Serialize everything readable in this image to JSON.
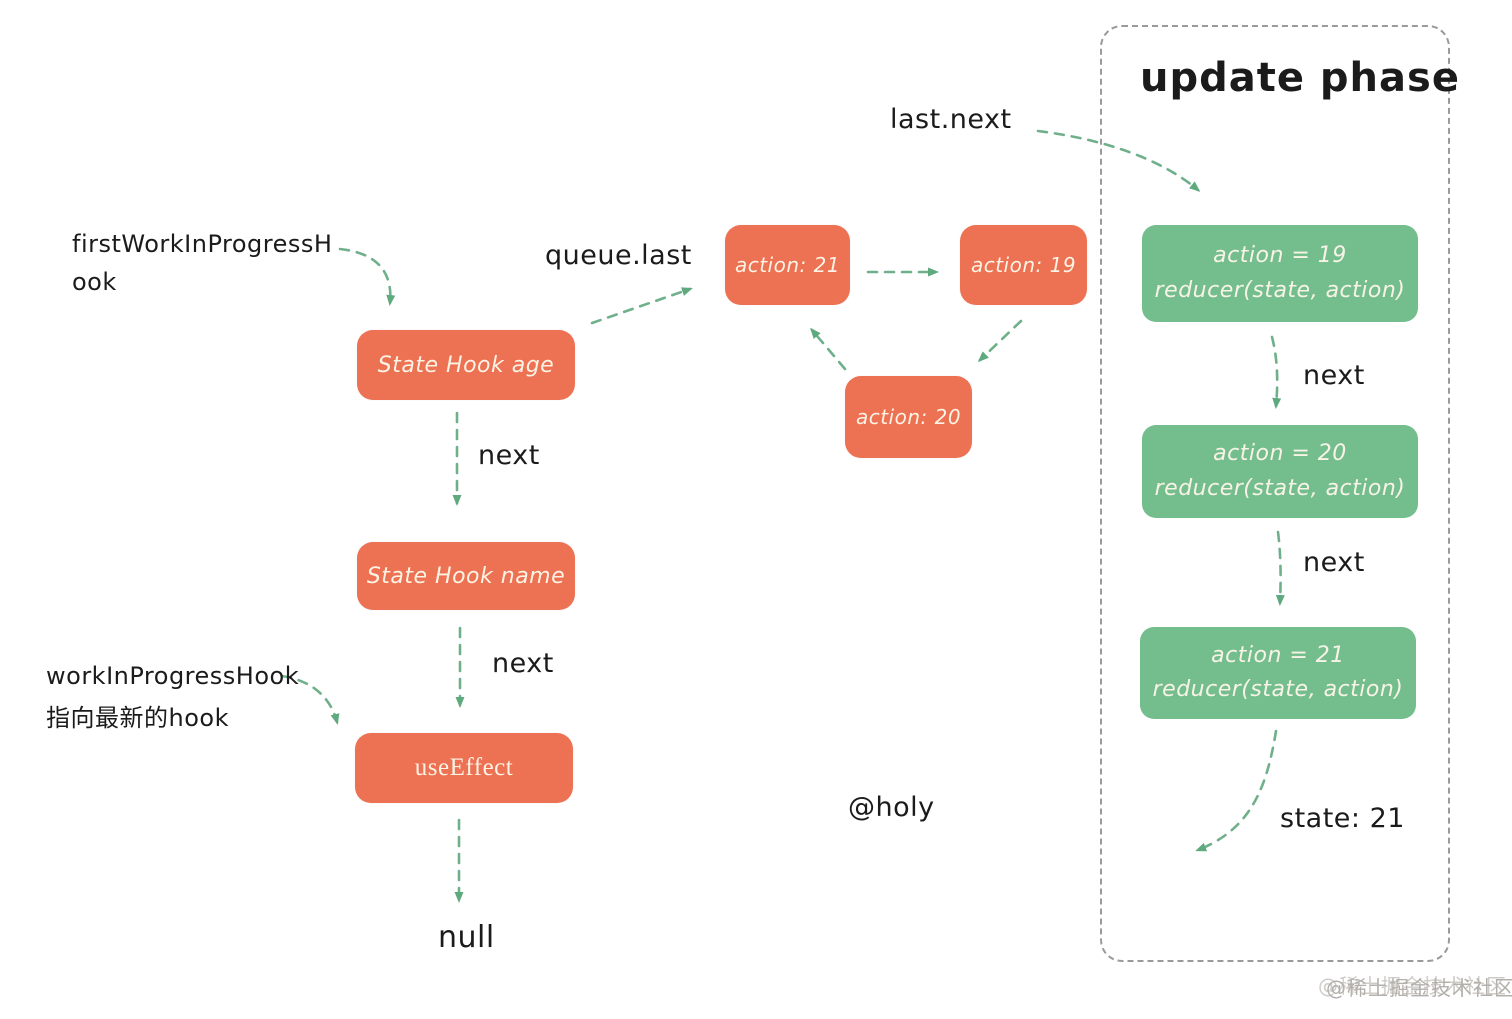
{
  "title": "update phase",
  "colors": {
    "node_orange": "#ED7153",
    "node_green": "#74BE8E",
    "arrow_green": "#6FB08A",
    "container_border": "#9a9a9a",
    "node_text": "#FBF3E4",
    "label_text": "#1b1b1b"
  },
  "labels": {
    "first_work_in_progress_hook": "firstWorkInProgressHook",
    "queue_last": "queue.last",
    "last_next": "last.next",
    "next": "next",
    "null_text": "null",
    "state_21": "state: 21",
    "work_in_progress_hook": "workInProgressHook",
    "work_in_progress_hook_note": "指向最新的hook",
    "holy": "@holy",
    "watermark": "@稀土掘金技术社区"
  },
  "hook_nodes": [
    {
      "id": "state-hook-age",
      "label": "State Hook age"
    },
    {
      "id": "state-hook-name",
      "label": "State Hook name"
    },
    {
      "id": "use-effect",
      "label": "useEffect"
    }
  ],
  "queue_nodes": [
    {
      "id": "action-21",
      "label": "action: 21"
    },
    {
      "id": "action-19",
      "label": "action: 19"
    },
    {
      "id": "action-20",
      "label": "action: 20"
    }
  ],
  "update_phase_nodes": [
    {
      "line1": "action = 19",
      "line2": "reducer(state, action)"
    },
    {
      "line1": "action = 20",
      "line2": "reducer(state, action)"
    },
    {
      "line1": "action = 21",
      "line2": "reducer(state, action)"
    }
  ]
}
